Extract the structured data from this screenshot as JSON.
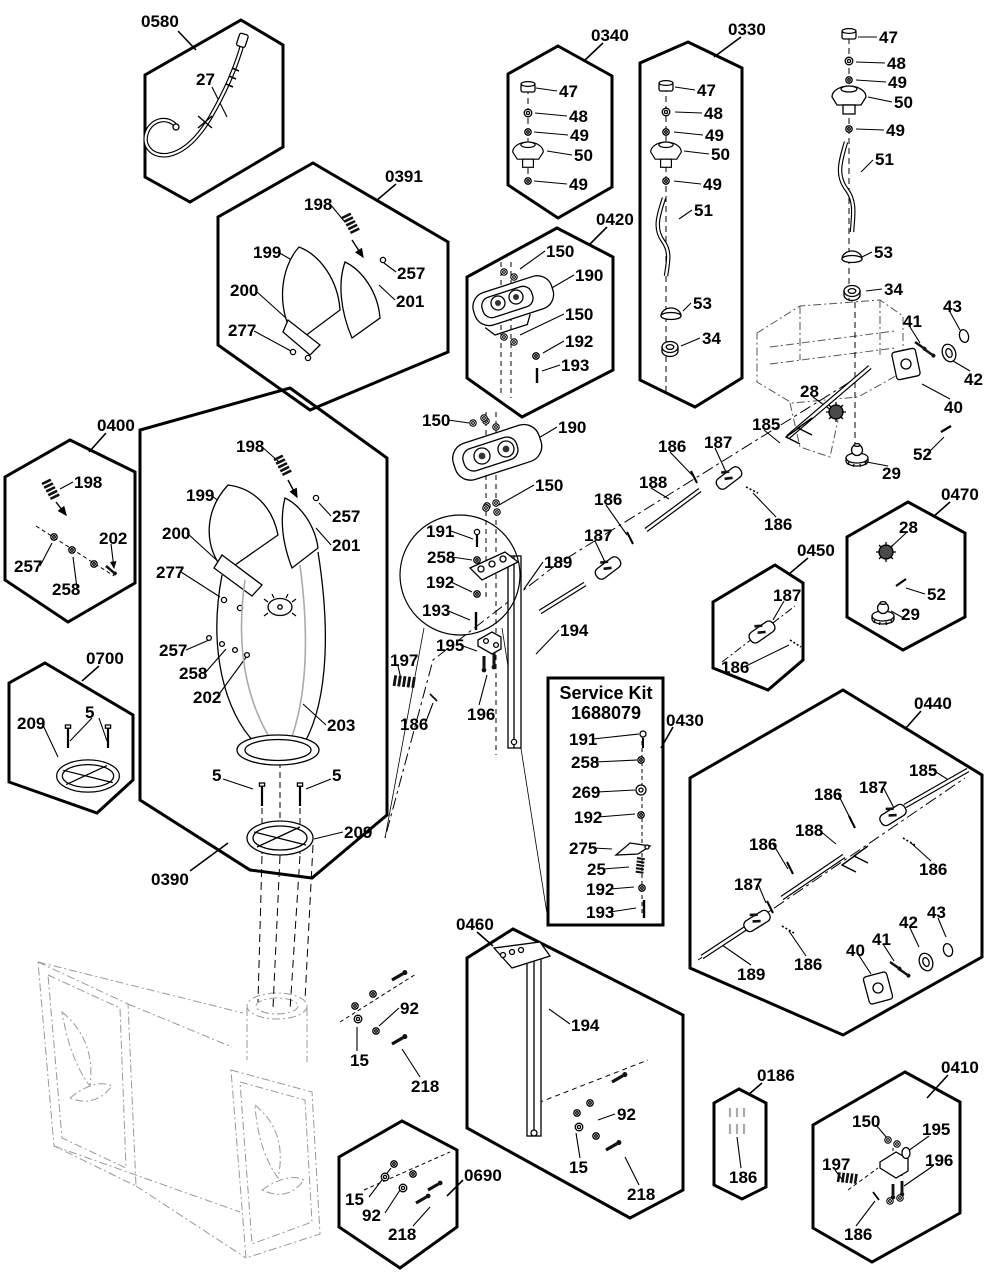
{
  "d": {
    "g": {
      "0186": "0186",
      "0330": "0330",
      "0340": "0340",
      "0390": "0390",
      "0391": "0391",
      "0400": "0400",
      "0410": "0410",
      "0420": "0420",
      "0430": "0430",
      "0440": "0440",
      "0450": "0450",
      "0460": "0460",
      "0470": "0470",
      "0580": "0580",
      "0690": "0690",
      "0700": "0700"
    },
    "sk": {
      "title": "Service Kit",
      "number": "1688079"
    },
    "p": {
      "5": "5",
      "15": "15",
      "25": "25",
      "27": "27",
      "28": "28",
      "29": "29",
      "34": "34",
      "40": "40",
      "41": "41",
      "42": "42",
      "43": "43",
      "47": "47",
      "48": "48",
      "49": "49",
      "50": "50",
      "51": "51",
      "52": "52",
      "53": "53",
      "92": "92",
      "150": "150",
      "185": "185",
      "186": "186",
      "187": "187",
      "188": "188",
      "189": "189",
      "190": "190",
      "191": "191",
      "192": "192",
      "193": "193",
      "194": "194",
      "195": "195",
      "196": "196",
      "197": "197",
      "198": "198",
      "199": "199",
      "200": "200",
      "201": "201",
      "202": "202",
      "203": "203",
      "209": "209",
      "218": "218",
      "257": "257",
      "258": "258",
      "269": "269",
      "275": "275",
      "277": "277"
    }
  },
  "colors": {
    "line": "#000000",
    "ghost": "#999999",
    "background": "#ffffff"
  }
}
